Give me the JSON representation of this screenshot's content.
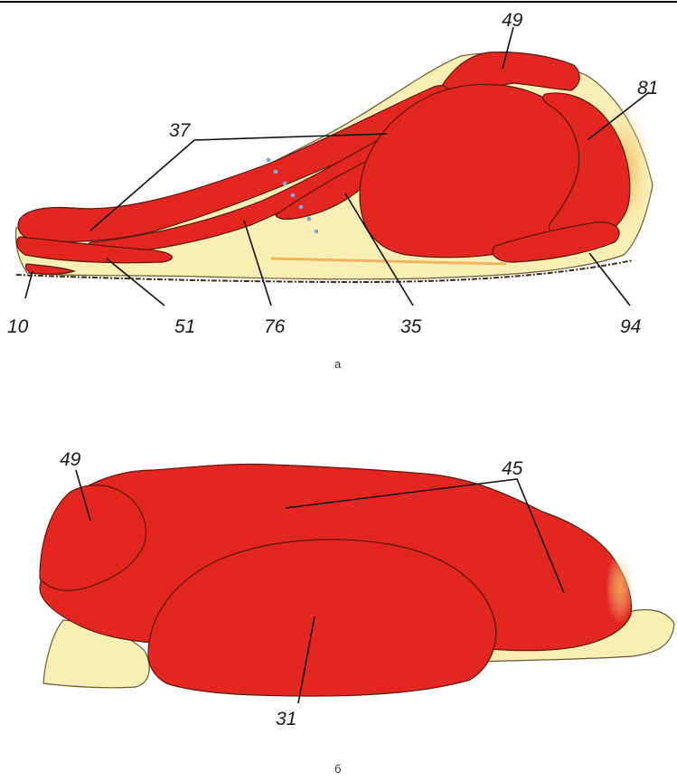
{
  "colors": {
    "muscle": "#e3261f",
    "fat": "#f8efb4",
    "fat_warm": "#f3c36a",
    "outline": "#3a2a12",
    "top_rule": "#000000"
  },
  "figure_a": {
    "caption": "а",
    "labels": {
      "l49": "49",
      "l81": "81",
      "l37": "37",
      "l10": "10",
      "l51": "51",
      "l76": "76",
      "l35": "35",
      "l94": "94"
    }
  },
  "figure_b": {
    "caption": "б",
    "labels": {
      "l49": "49",
      "l45": "45",
      "l31": "31"
    }
  }
}
